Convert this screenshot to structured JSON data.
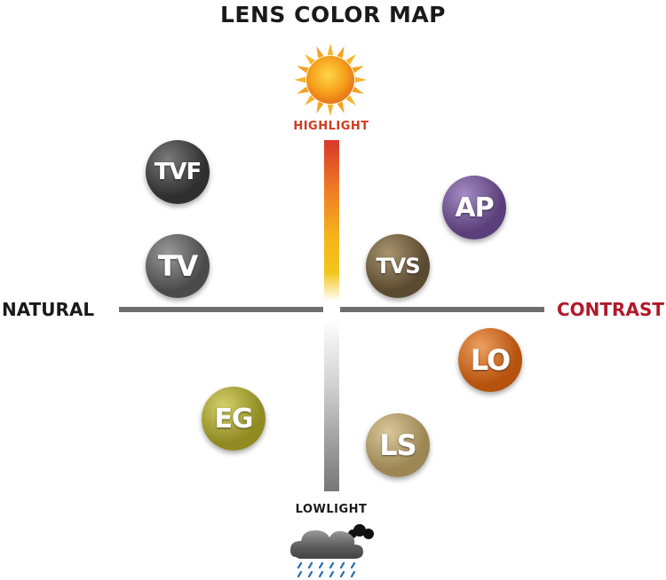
{
  "title": "LENS COLOR MAP",
  "axes": {
    "left": "NATURAL",
    "right": "CONTRAST",
    "top": "HIGHLIGHT",
    "bottom": "LOWLIGHT"
  },
  "colors": {
    "natural_label": "#1a1a1a",
    "contrast_label": "#b01a2a",
    "highlight_label": "#d23a1e",
    "axis_line": "#6e6e6e"
  },
  "icons": {
    "top": "sun-icon",
    "bottom": "rain-cloud-icon"
  },
  "lenses": [
    {
      "code": "TVF",
      "color": "#2f2f2f",
      "light": "#7a7a7a"
    },
    {
      "code": "TV",
      "color": "#4a4a4a",
      "light": "#9a9a9a"
    },
    {
      "code": "AP",
      "color": "#5b3f7a",
      "light": "#a58cc4"
    },
    {
      "code": "TVS",
      "color": "#5a4a30",
      "light": "#a8946e"
    },
    {
      "code": "LO",
      "color": "#b5520e",
      "light": "#eea060"
    },
    {
      "code": "EG",
      "color": "#8f8a22",
      "light": "#d3cf6a"
    },
    {
      "code": "LS",
      "color": "#9c8654",
      "light": "#d9c79c"
    }
  ]
}
